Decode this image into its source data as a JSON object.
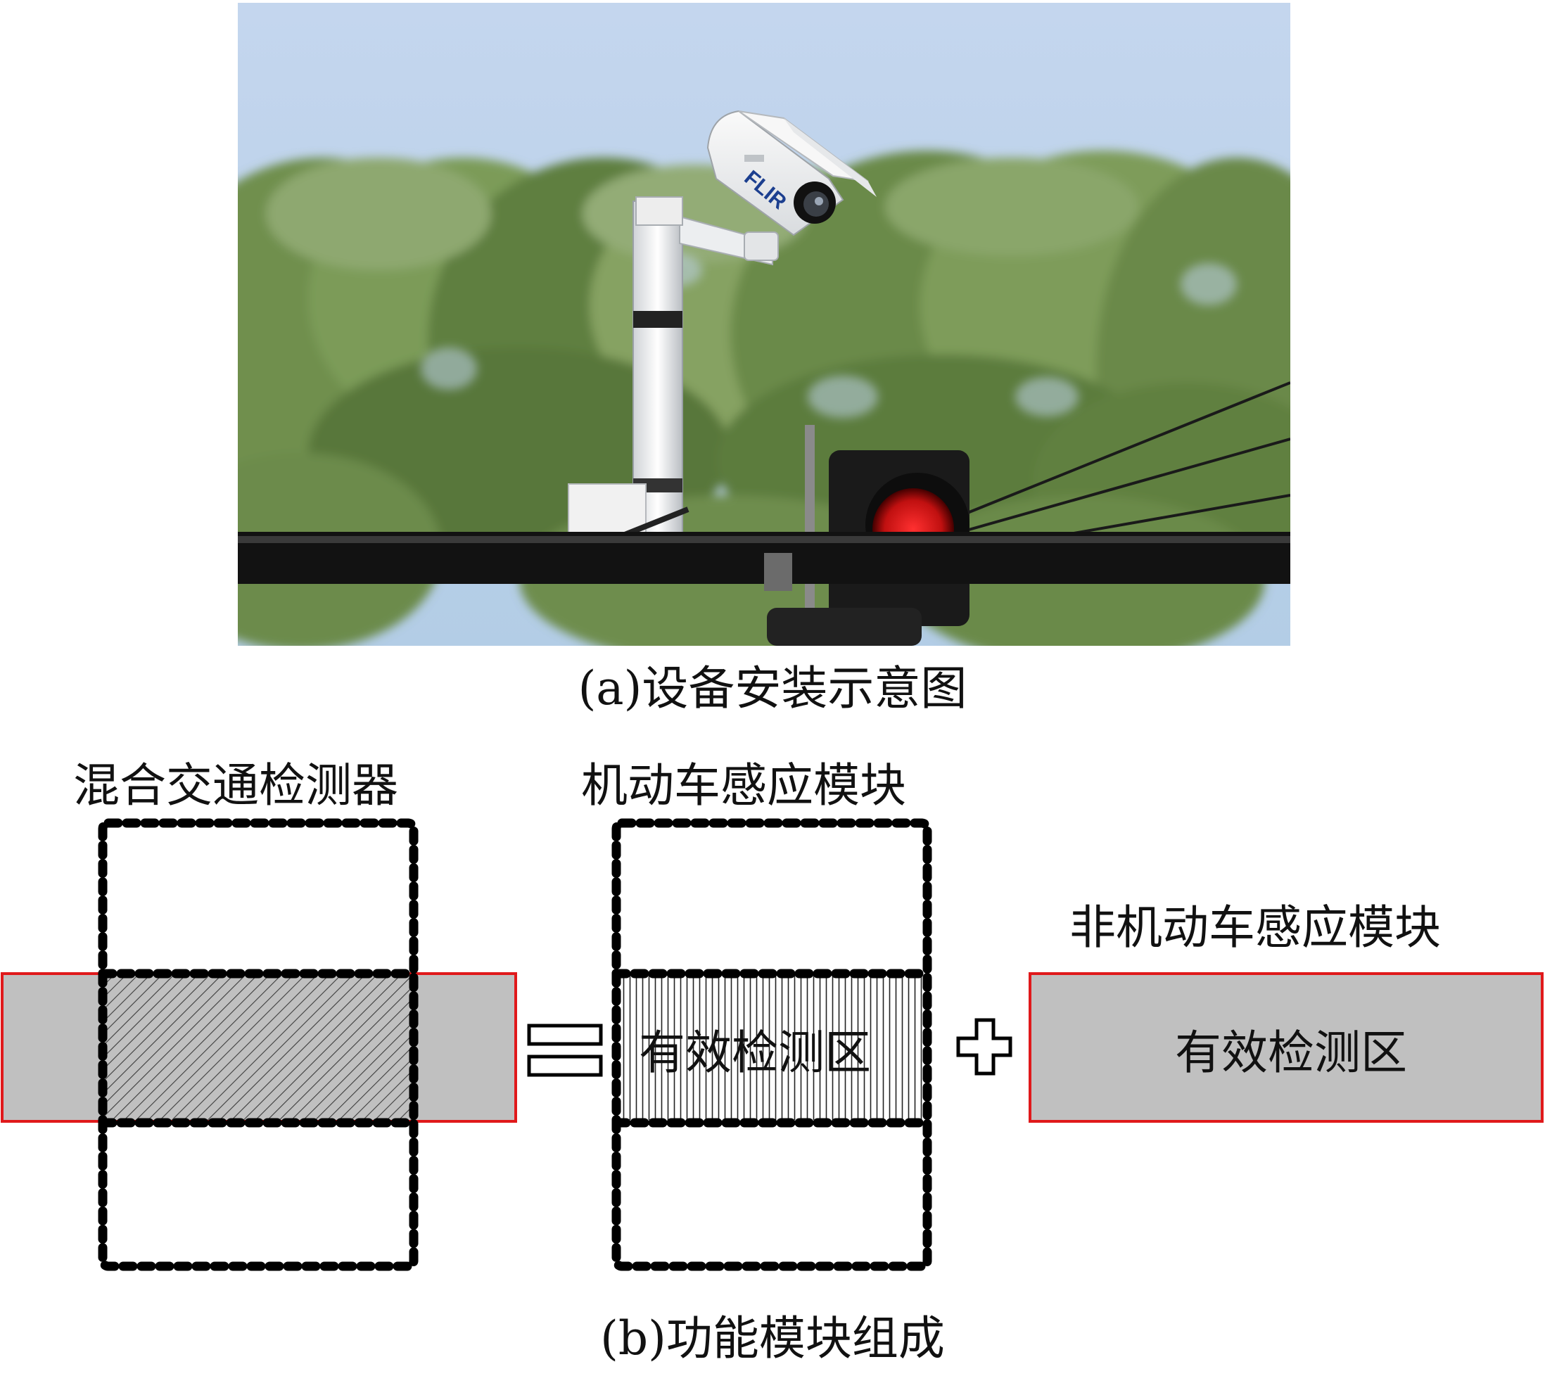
{
  "photo": {
    "camera_brand": "FLIR",
    "caption": "(a)设备安装示意图"
  },
  "diagram": {
    "left_title": "混合交通检测器",
    "middle_title": "机动车感应模块",
    "right_title": "非机动车感应模块",
    "middle_zone_label": "有效检测区",
    "right_zone_label": "有效检测区",
    "equals_symbol": "=",
    "plus_symbol": "+",
    "caption": "(b)功能模块组成"
  },
  "colors": {
    "zone_fill": "#c0c0c0",
    "zone_border": "#e0191b",
    "dashed_border": "#000000"
  }
}
